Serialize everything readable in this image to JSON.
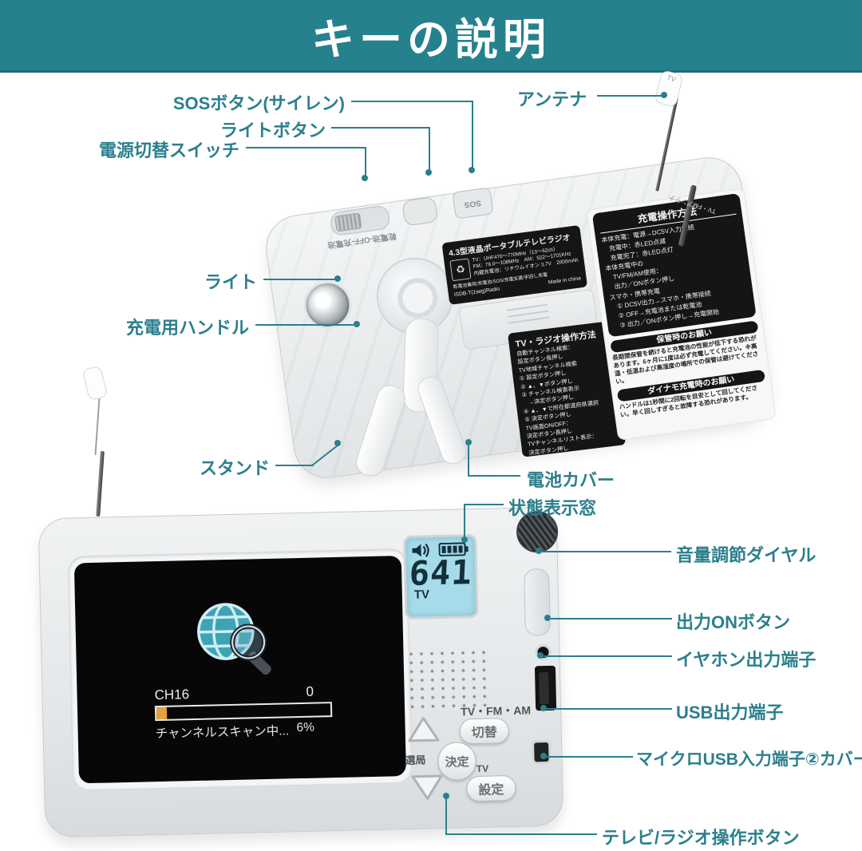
{
  "title": "キーの説明",
  "colors": {
    "banner_teal": "#26818F",
    "callout_teal": "#2B7F8D",
    "lcd_background": "#A6DCEA",
    "progress_fill_orange": "#E5A23C"
  },
  "callouts": {
    "sos": "SOSボタン(サイレン)",
    "light_button": "ライトボタン",
    "power_switch": "電源切替スイッチ",
    "antenna": "アンテナ",
    "light": "ライト",
    "crank_handle": "充電用ハンドル",
    "stand": "スタンド",
    "battery_cover": "電池カバー",
    "status_window": "状態表示窓",
    "volume_dial": "音量調節ダイヤル",
    "output_on_button": "出力ONボタン",
    "earphone_jack": "イヤホン出力端子",
    "usb_output": "USB出力端子",
    "micro_usb": "マイクロUSB入力端子②カバー",
    "tv_radio_buttons": "テレビ/ラジオ操作ボタン"
  },
  "back_device": {
    "power_switch_text": "乾電池-OFF-充電池",
    "sos_text": "SOS",
    "antenna_cap_text": "TV",
    "antenna_base_text": "TV・FMアンテナ",
    "recycle_icon": "♻",
    "spec_panel": {
      "title": "4.3型液晶ポータブルテレビラジオ",
      "lines": [
        "TV：UHF470～770MHz（13～62ch）",
        "FM：76.0～108MHz　AM：522～1701KHz",
        "内蔵充電池：リチウムイオン 3.7V　2000mAh"
      ],
      "features": "乾電池兼用/充電池/SOS/充電支援/手回し充電",
      "standard": "ISDB-T(1seg)Radio",
      "origin": "Made in china"
    },
    "tv_radio_panel": {
      "title": "TV・ラジオ操作方法",
      "lines": [
        "自動チャンネル検索：",
        "設定ボタン長押し",
        "TV地域チャンネル検索",
        "① 設定ボタン押し",
        "② ▲、▼ボタン押し",
        "③ チャンネル検索表示",
        "　→決定ボタン押し",
        "④ ▲、▼で所在都道府県選択",
        "⑤ 決定ボタン押し",
        "TV画面ON/OFF：",
        "決定ボタン長押し",
        "TVチャンネルリスト表示：",
        "決定ボタン押し"
      ]
    },
    "charge_panel": {
      "title": "充電操作方法",
      "lines": [
        "本体充電：電源→DC5V入力接続",
        "　充電中：赤LED点滅",
        "　充電完了：赤LED点灯",
        "本体充電中の",
        "　TV/FM/AM使用：",
        "　出力／ONボタン押し",
        "スマホ・携帯充電",
        "　① DC5V出力→スマホ・携帯接続",
        "　② OFF→充電池または乾電池",
        "　③ 出力／ONボタン押し→充電開始"
      ]
    },
    "storage_panel": {
      "title": "保管時のお願い",
      "body": "長期間保管を続けると充電池の性能が低下する恐れがあります。6ヶ月に1度は必ず充電してください。※高温・低温および高湿度の場所での保管は避けてください。"
    },
    "dynamo_panel": {
      "title": "ダイナモ充電時のお願い",
      "body": "ハンドルは1秒間に2回転を目安として回してください。早く回しすぎると故障する恐れがあります。"
    }
  },
  "front_device": {
    "lcd": {
      "value": "641",
      "band": "TV"
    },
    "screen": {
      "channel": "CH16",
      "right_value": "0",
      "status": "チャンネルスキャン中...",
      "percent": "6%",
      "progress_percent": 6
    },
    "band_label": "TV・FM・AM",
    "buttons": {
      "switch": "切替",
      "tune": "選局",
      "enter": "決定",
      "tv": "TV",
      "set": "設定"
    }
  }
}
